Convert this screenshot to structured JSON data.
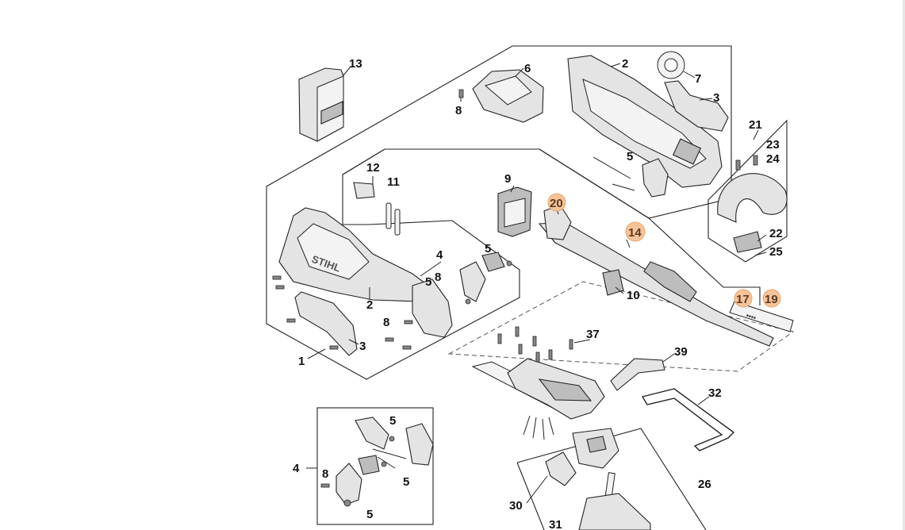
{
  "labels": {
    "p1": "1",
    "p2a": "2",
    "p2b": "2",
    "p3a": "3",
    "p3b": "3",
    "p4a": "4",
    "p4b": "4",
    "p5a": "5",
    "p5b": "5",
    "p5c": "5",
    "p5d": "5",
    "p5e": "5",
    "p5f": "5",
    "p6": "6",
    "p7": "7",
    "p8a": "8",
    "p8b": "8",
    "p8c": "8",
    "p8d": "8",
    "p9": "9",
    "p10": "10",
    "p11": "11",
    "p12": "12",
    "p13": "13",
    "p21": "21",
    "p22": "22",
    "p23": "23",
    "p24": "24",
    "p25": "25",
    "p26": "26",
    "p30": "30",
    "p31": "31",
    "p32": "32",
    "p37": "37",
    "p39": "39"
  },
  "highlighted": {
    "p14": "14",
    "p17": "17",
    "p19": "19",
    "p20": "20"
  },
  "colors": {
    "highlight_fill": "#f6c49a",
    "highlight_stroke": "#e9a46b",
    "line": "#222222"
  },
  "logo_text": "STIHL"
}
